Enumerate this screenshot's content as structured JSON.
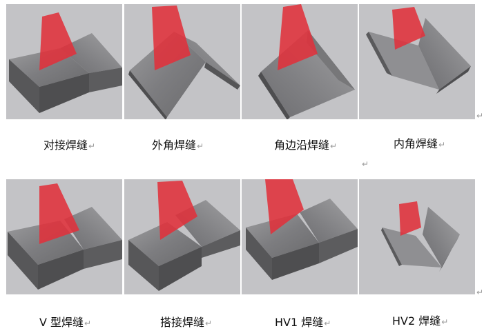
{
  "captions": {
    "butt": "对接焊缝",
    "outside_corner": "外角焊缝",
    "corner_edge": "角边沿焊缝",
    "inside_corner": "内角焊缝",
    "v_groove": "V 型焊缝",
    "lap": "搭接焊缝",
    "hv1": "HV1 焊缝",
    "hv2": "HV2 焊缝"
  },
  "return_mark": "↵",
  "colors": {
    "panel_background": "#c3c3c6",
    "plate_top": "#8d8d8f",
    "plate_front": "#5a5a5c",
    "torch_red": "#e0313b"
  },
  "icons": [
    "return-mark-icon"
  ]
}
